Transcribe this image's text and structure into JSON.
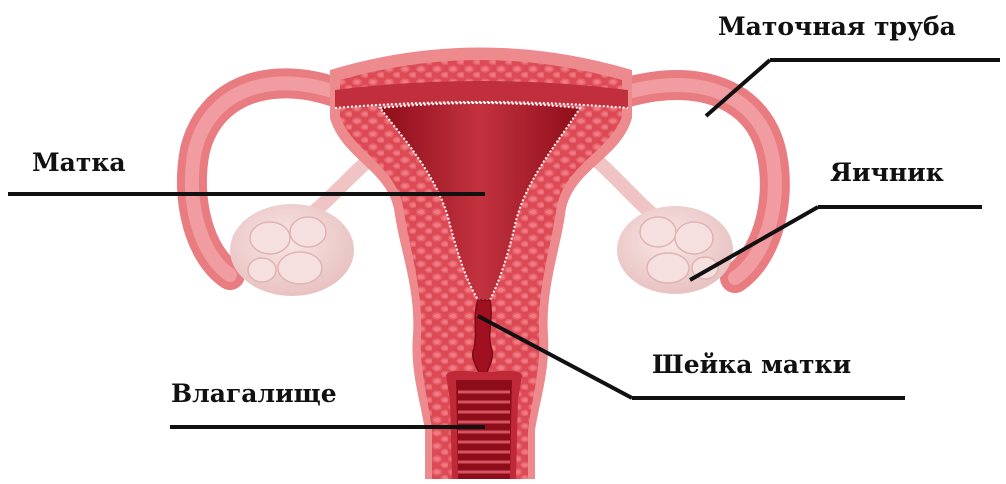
{
  "labels": {
    "fallopian_tube": "Маточная труба",
    "uterus": "Матка",
    "ovary": "Яичник",
    "cervix": "Шейка матки",
    "vagina": "Влагалище"
  },
  "colors": {
    "tissue_outer": "#ec8a8e",
    "tissue_muscle": "#dc4a55",
    "tissue_dark": "#9e1622",
    "cavity": "#a01020",
    "ovary": "#f2d7d6",
    "ovary_shade": "#e2b5b5",
    "leader_line": "#111111",
    "label_text": "#111111",
    "background": "#ffffff"
  }
}
